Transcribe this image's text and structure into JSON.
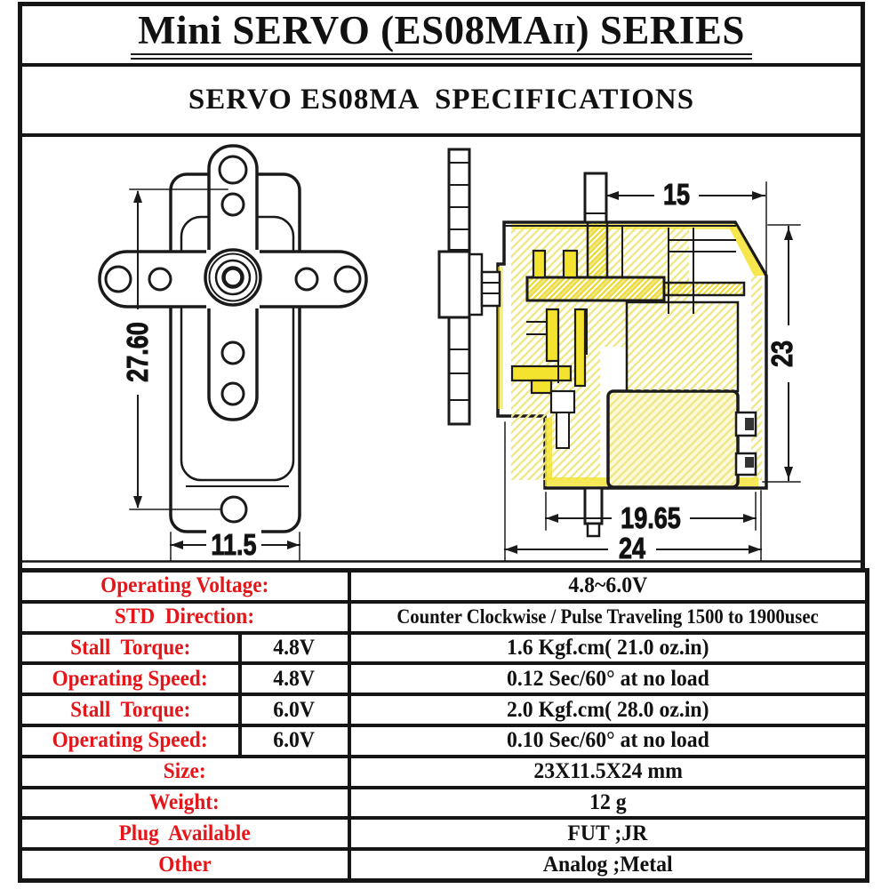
{
  "header": {
    "title_pre": "Mini SERVO (ES08MA",
    "title_roman": "II",
    "title_post": ") SERIES",
    "subtitle": "SERVO ES08MA  SPECIFICATIONS"
  },
  "drawing": {
    "highlight_color": "#f3e32e",
    "line_color": "#1a1a1a",
    "front_view": {
      "height_dim": "27.60",
      "width_dim": "11.5"
    },
    "side_view": {
      "top_dim": "15",
      "height_dim": "23",
      "inner_width_dim": "19.65",
      "depth_dim": "24"
    }
  },
  "spec_table": {
    "label_color": "#e51619",
    "value_color": "#111111",
    "rows": [
      {
        "label": "Operating Voltage:",
        "value": "4.8~6.0V"
      },
      {
        "label": "STD  Direction:",
        "value": "Counter Clockwise / Pulse Traveling 1500 to 1900usec"
      },
      {
        "label": "Stall  Torque:",
        "condition": "4.8V",
        "value": "1.6 Kgf.cm( 21.0 oz.in)"
      },
      {
        "label": "Operating Speed:",
        "condition": "4.8V",
        "value": "0.12 Sec/60° at no load"
      },
      {
        "label": "Stall  Torque:",
        "condition": "6.0V",
        "value": "2.0 Kgf.cm( 28.0 oz.in)"
      },
      {
        "label": "Operating Speed:",
        "condition": "6.0V",
        "value": "0.10 Sec/60° at no load"
      },
      {
        "label": "Size:",
        "value": "23X11.5X24 mm"
      },
      {
        "label": "Weight:",
        "value": "12 g"
      },
      {
        "label": "Plug  Available",
        "value": "FUT ;JR"
      },
      {
        "label": "Other",
        "value": "Analog ;Metal"
      }
    ]
  }
}
